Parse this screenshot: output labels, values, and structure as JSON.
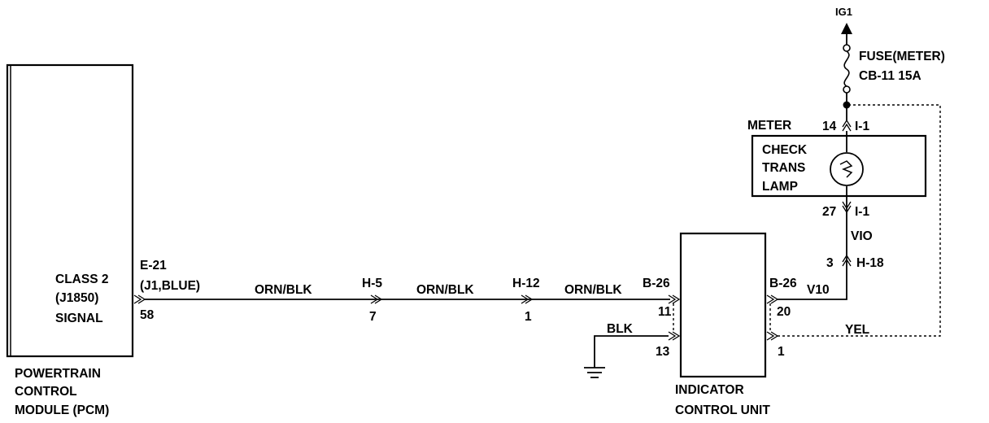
{
  "power": {
    "source": "IG1",
    "fuse_line1": "FUSE(METER)",
    "fuse_line2": "CB-11 15A"
  },
  "pcm": {
    "name_line1": "POWERTRAIN",
    "name_line2": "CONTROL",
    "name_line3": "MODULE (PCM)",
    "signal_line1": "CLASS 2",
    "signal_line2": "(J1850)",
    "signal_line3": "SIGNAL",
    "connector": "E-21",
    "connector_detail": "(J1,BLUE)",
    "pin": "58"
  },
  "wires": {
    "w1": "ORN/BLK",
    "w2": "ORN/BLK",
    "w3": "ORN/BLK",
    "blk": "BLK",
    "vio": "VIO",
    "v10": "V10",
    "yel": "YEL"
  },
  "junctions": {
    "h5": {
      "name": "H-5",
      "pin": "7"
    },
    "h12": {
      "name": "H-12",
      "pin": "1"
    },
    "h18": {
      "name": "H-18",
      "pin": "3"
    }
  },
  "meter": {
    "title": "METER",
    "lamp_line1": "CHECK",
    "lamp_line2": "TRANS",
    "lamp_line3": "LAMP",
    "top_pin": "14",
    "top_conn": "I-1",
    "bottom_pin": "27",
    "bottom_conn": "I-1"
  },
  "icu": {
    "name_line1": "INDICATOR",
    "name_line2": "CONTROL UNIT",
    "left_conn": "B-26",
    "right_conn": "B-26",
    "pin_11": "11",
    "pin_13": "13",
    "pin_20": "20",
    "pin_1": "1"
  }
}
